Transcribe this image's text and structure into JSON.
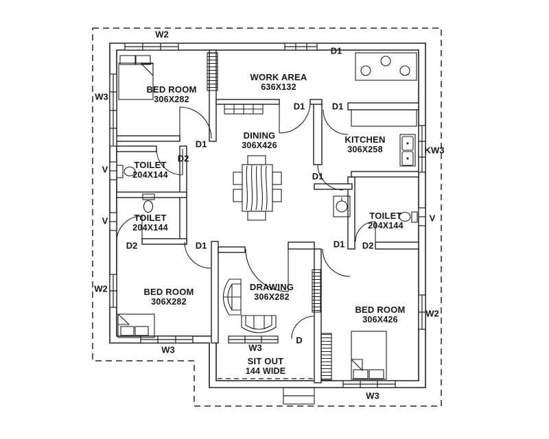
{
  "floor_plan": {
    "background": "#ffffff",
    "line_color": "#1c1c1c",
    "rooms": [
      {
        "id": "bedroom-top-left",
        "name": "BED ROOM",
        "size": "306X282"
      },
      {
        "id": "work-area",
        "name": "WORK AREA",
        "size": "636X132"
      },
      {
        "id": "dining",
        "name": "DINING",
        "size": "306X426"
      },
      {
        "id": "kitchen",
        "name": "KITCHEN",
        "size": "306X258"
      },
      {
        "id": "toilet-left-1",
        "name": "TOILET",
        "size": "204X144"
      },
      {
        "id": "toilet-left-2",
        "name": "TOILET",
        "size": "204X144"
      },
      {
        "id": "toilet-right",
        "name": "TOILET",
        "size": "204X144"
      },
      {
        "id": "bedroom-bottom-left",
        "name": "BED ROOM",
        "size": "306X282"
      },
      {
        "id": "drawing-room",
        "name": "DRAWING",
        "size": "306X282"
      },
      {
        "id": "bedroom-bottom-right",
        "name": "BED ROOM",
        "size": "306X426"
      },
      {
        "id": "sit-out",
        "name": "SIT OUT",
        "size": "144 WIDE"
      }
    ],
    "markers": {
      "door_d1": "D1",
      "door_d2": "D2",
      "door_d": "D",
      "window_w2": "W2",
      "window_w3": "W3",
      "kitchen_window": "KW3",
      "ventilator": "V"
    }
  }
}
